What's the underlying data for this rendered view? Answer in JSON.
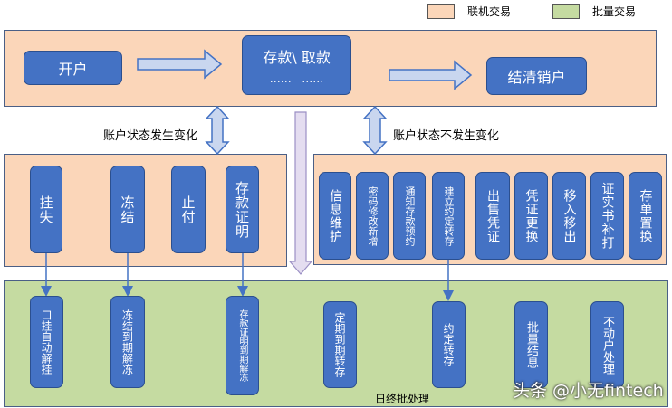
{
  "legend": [
    {
      "label": "联机交易",
      "color": "#fbd6b9"
    },
    {
      "label": "批量交易",
      "color": "#c5dba1"
    }
  ],
  "top_flow": {
    "open": "开户",
    "deposit_line1": "存款\\ 取款",
    "deposit_line2": "……   ……",
    "close": "结清销户"
  },
  "labels": {
    "status_change": "账户状态发生变化",
    "status_no_change": "账户状态不发生变化",
    "batch_title": "日终批处理"
  },
  "left_group": [
    "挂失",
    "冻结",
    "止付",
    "存款证明"
  ],
  "right_group": [
    "信息维护",
    "密码修改新增",
    "通知存款预约",
    "建立约定转存",
    "出售凭证",
    "凭证更换",
    "移入移出",
    "证实书补打",
    "存单置换"
  ],
  "batch_items": [
    "口挂自动解挂",
    "冻结到期解冻",
    "存款证明到期解冻",
    "定期到期转存",
    "约定转存",
    "批量结息",
    "不动户处理"
  ],
  "watermark": "头条 @小无fintech",
  "colors": {
    "online_panel": "#fbd6b9",
    "batch_panel": "#c5dba1",
    "process_box": "#4472c4",
    "arrow_fill": "#c9d6ef"
  }
}
